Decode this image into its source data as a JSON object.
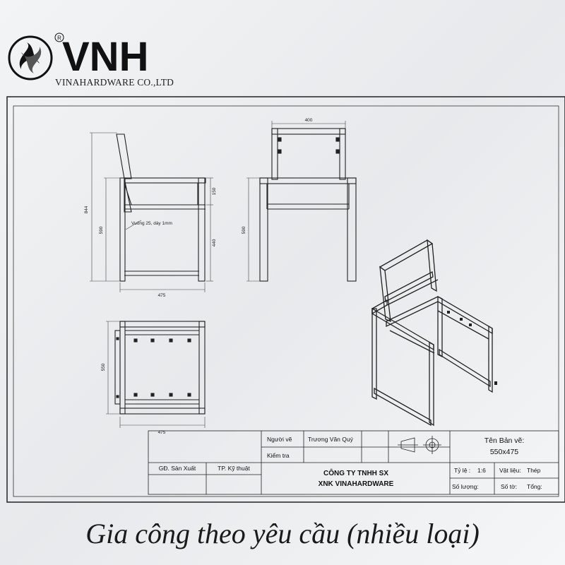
{
  "logo": {
    "brand": "VNH",
    "registered": "R",
    "company_sub": "VINAHARDWARE CO.,LTD"
  },
  "drawing": {
    "side_view": {
      "dim_total_height": "844",
      "dim_seat_height": "590",
      "dim_armrest": "150",
      "dim_lower": "440",
      "dim_depth": "475",
      "note": "Vuông 25, dày 1mm"
    },
    "front_view": {
      "dim_width": "400",
      "dim_seat_height": "590"
    },
    "top_view": {
      "dim_depth": "550",
      "dim_width": "475"
    }
  },
  "title_block": {
    "drawn_by_label": "Người vẽ",
    "drawn_by_name": "Trương Văn Quý",
    "checked_label": "Kiểm tra",
    "production_director": "GĐ. Sản Xuất",
    "technical_head": "TP. Kỹ thuật",
    "company_line1": "CÔNG TY TNHH SX",
    "company_line2": "XNK VINAHARDWARE",
    "drawing_name_label": "Tên Bản vẽ:",
    "drawing_name_value": "550x475",
    "scale_label": "Tỷ lệ :",
    "scale_value": "1:6",
    "material_label": "Vật liệu:",
    "material_value": "Thép",
    "quantity_label": "Số lượng:",
    "sheet_label": "Số tờ:",
    "total_label": "Tổng:"
  },
  "caption": "Gia công theo yêu cầu (nhiều loại)"
}
